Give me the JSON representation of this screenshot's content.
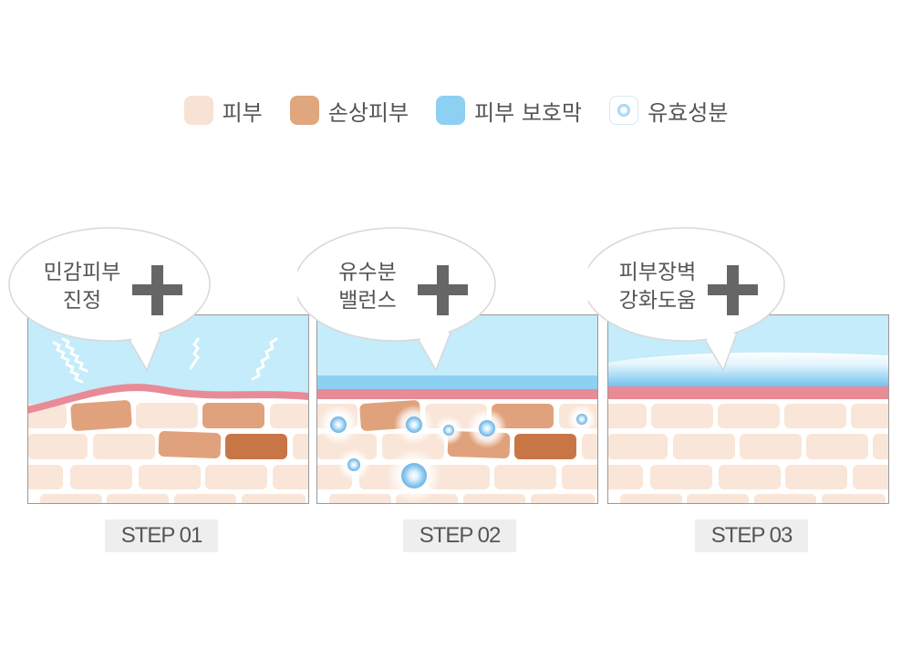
{
  "legend": [
    {
      "label": "피부",
      "color": "#f8e2d3"
    },
    {
      "label": "손상피부",
      "color": "#e0a67e"
    },
    {
      "label": "피부 보호막",
      "color": "#8dd0f2"
    },
    {
      "label": "유효성분",
      "color": "#9fd1f3"
    }
  ],
  "colors": {
    "skin": "#f9e6d8",
    "damaged_skin": "#e0a27c",
    "damaged_skin_dark": "#c97647",
    "barrier": "#8dd0f2",
    "sky": "#c4ecfa",
    "membrane": "#e88b97",
    "plus": "#666666"
  },
  "steps": [
    {
      "line1": "민감피부",
      "line2": "진정",
      "label": "STEP 01"
    },
    {
      "line1": "유수분",
      "line2": "밸런스",
      "label": "STEP 02"
    },
    {
      "line1": "피부장벽",
      "line2": "강화도움",
      "label": "STEP 03"
    }
  ]
}
